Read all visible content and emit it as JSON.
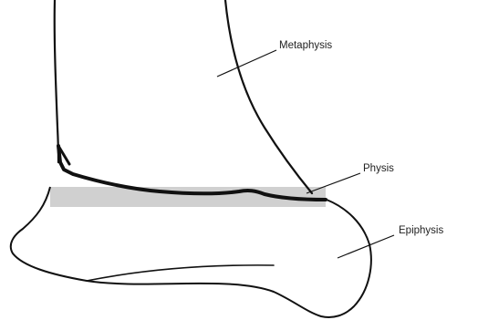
{
  "diagram": {
    "labels": {
      "metaphysis": "Metaphysis",
      "physis": "Physis",
      "epiphysis": "Epiphysis"
    },
    "colors": {
      "outline": "#111111",
      "growth_plate_fill": "#d0d0d0",
      "text": "#222222",
      "background": "#ffffff"
    }
  }
}
